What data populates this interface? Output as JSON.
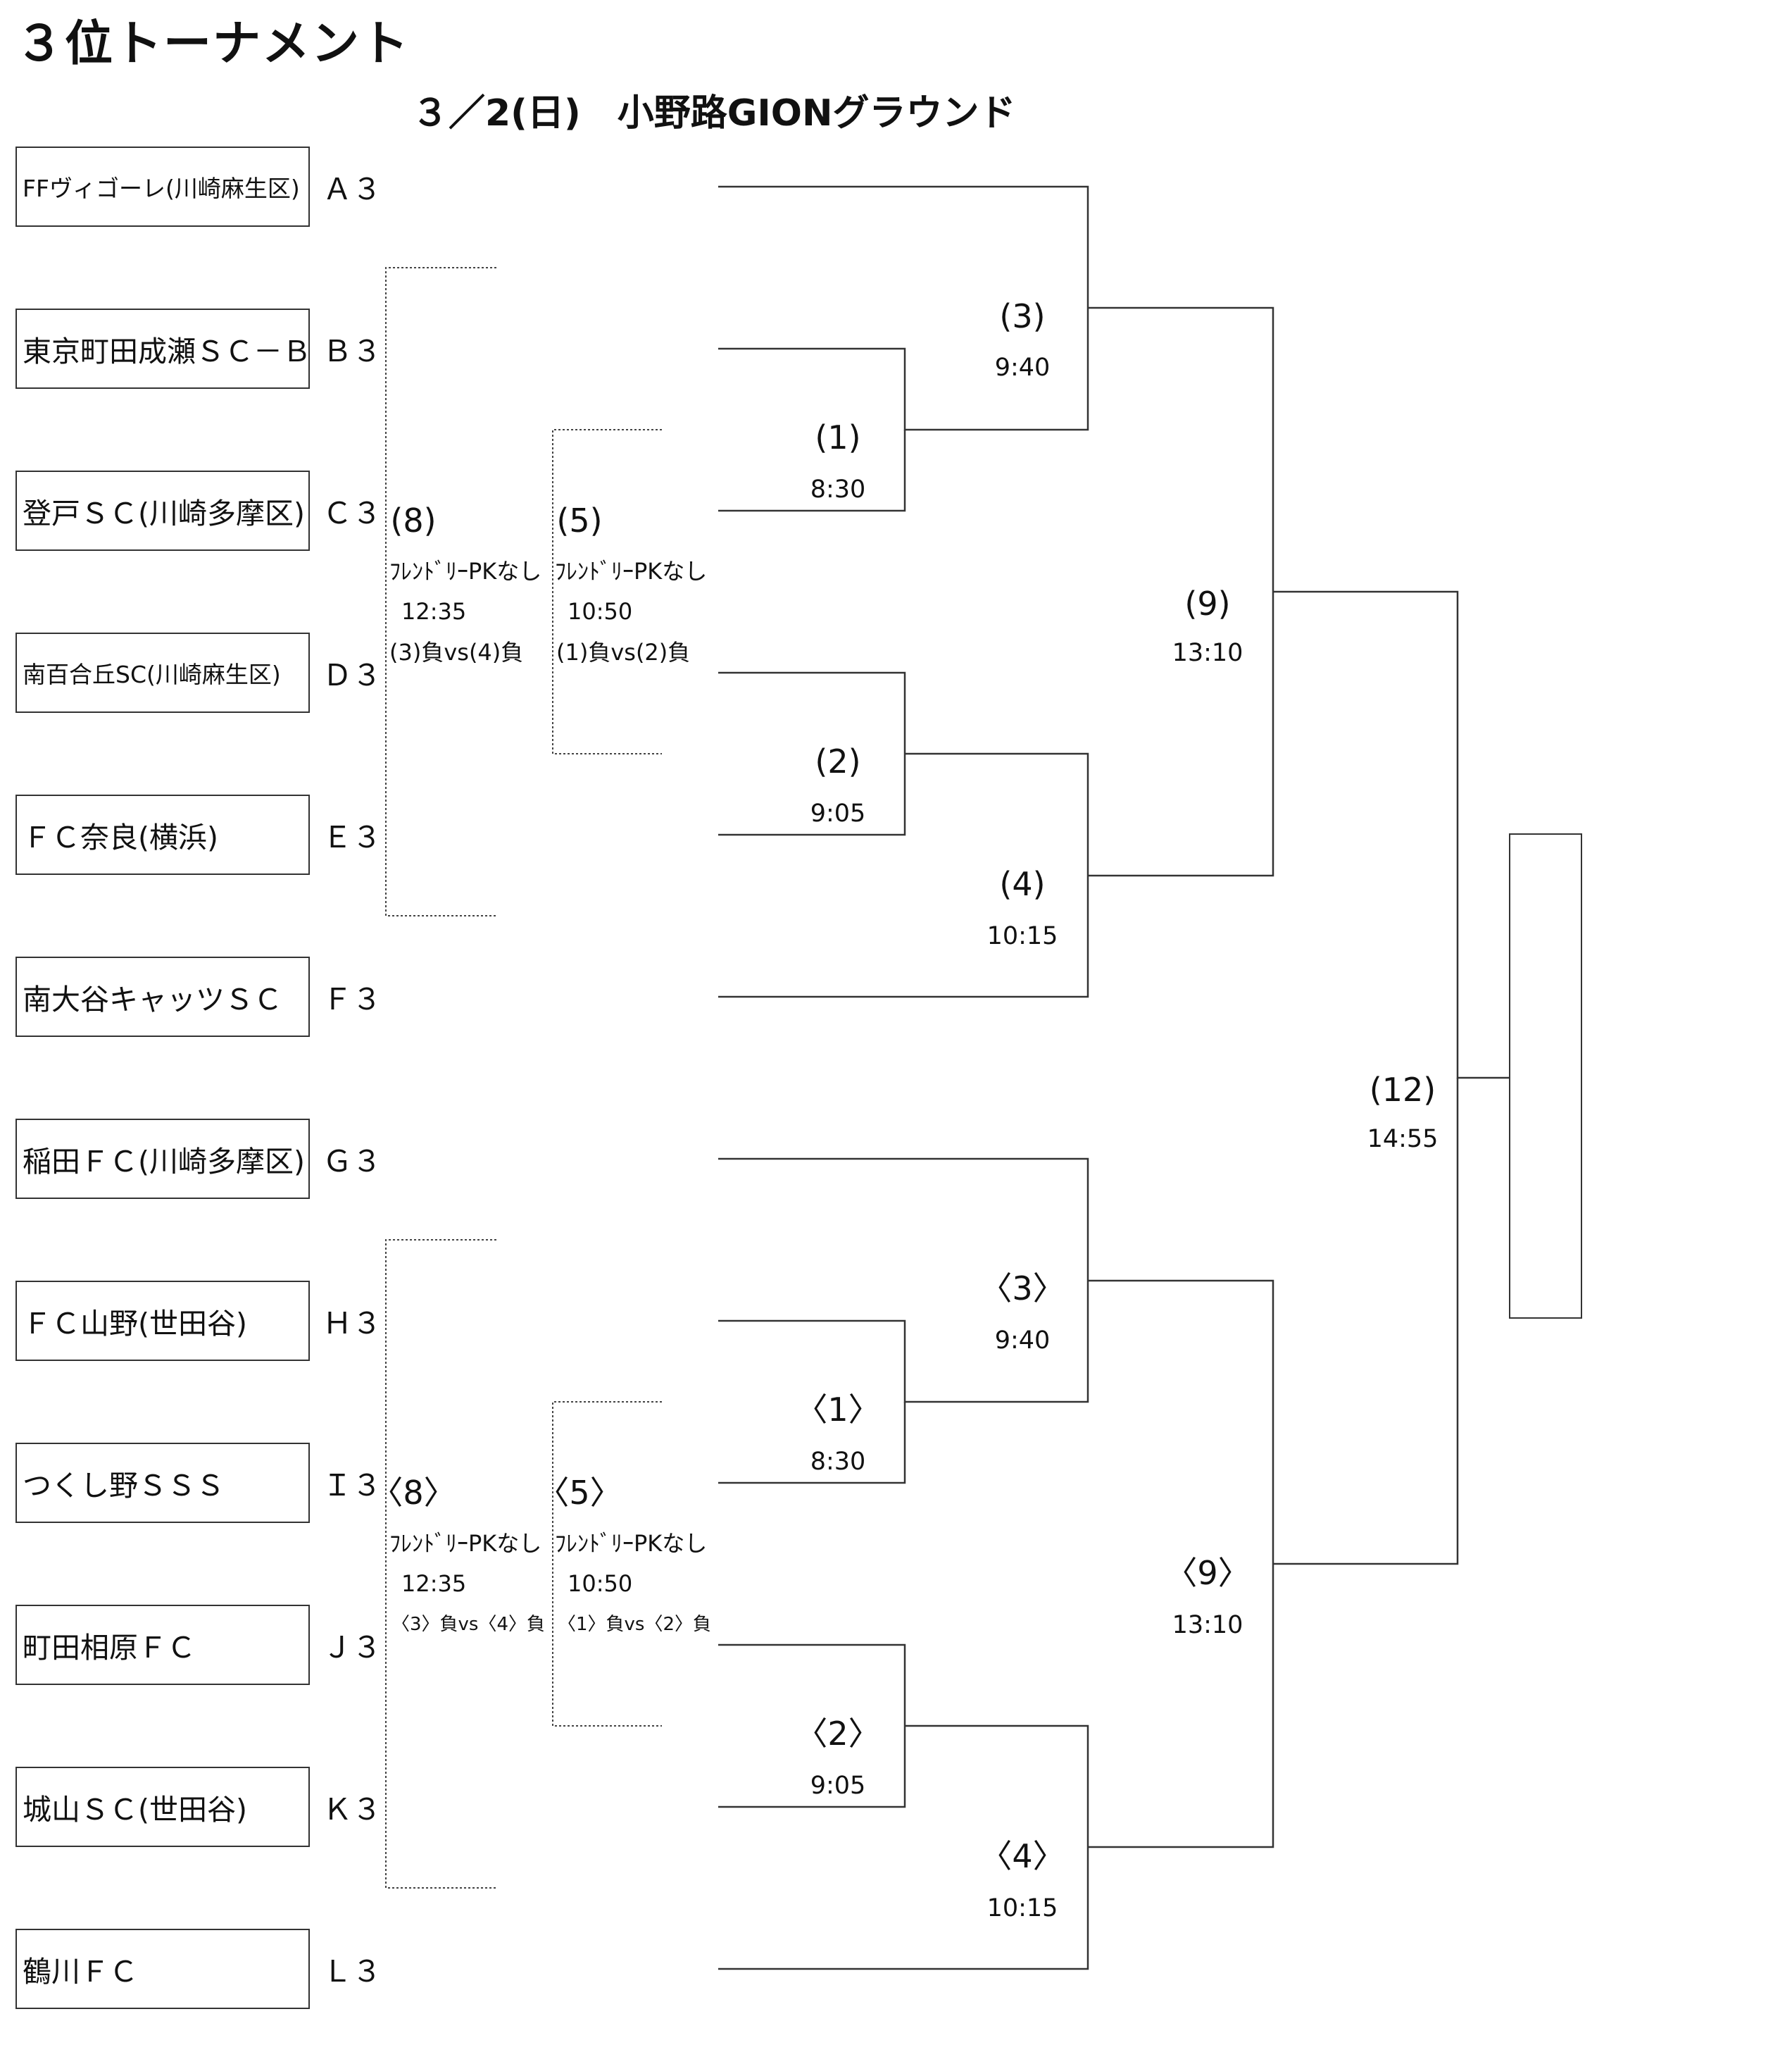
{
  "page": {
    "title": "３位トーナメント",
    "subtitle": "３／2(日)　小野路GIONグラウンド"
  },
  "teams": [
    {
      "name": "FFヴィゴーレ(川崎麻生区)",
      "seed": "Ａ３"
    },
    {
      "name": "東京町田成瀬ＳＣ－Ｂ",
      "seed": "Ｂ３"
    },
    {
      "name": "登戸ＳＣ(川崎多摩区)",
      "seed": "Ｃ３"
    },
    {
      "name": "南百合丘SC(川崎麻生区)",
      "seed": "Ｄ３"
    },
    {
      "name": "ＦＣ奈良(横浜)",
      "seed": "Ｅ３"
    },
    {
      "name": "南大谷キャッツＳＣ",
      "seed": "Ｆ３"
    },
    {
      "name": "稲田ＦＣ(川崎多摩区)",
      "seed": "Ｇ３"
    },
    {
      "name": "ＦＣ山野(世田谷)",
      "seed": "Ｈ３"
    },
    {
      "name": "つくし野ＳＳＳ",
      "seed": "Ｉ３"
    },
    {
      "name": "町田相原ＦＣ",
      "seed": "Ｊ３"
    },
    {
      "name": "城山ＳＣ(世田谷)",
      "seed": "Ｋ３"
    },
    {
      "name": "鶴川ＦＣ",
      "seed": "Ｌ３"
    }
  ],
  "matches": {
    "top": [
      {
        "num": "(3)",
        "time": "9:40"
      },
      {
        "num": "(1)",
        "time": "8:30"
      },
      {
        "num": "(2)",
        "time": "9:05"
      },
      {
        "num": "(4)",
        "time": "10:15"
      },
      {
        "num": "(9)",
        "time": "13:10"
      }
    ],
    "bottom": [
      {
        "num": "〈3〉",
        "time": "9:40"
      },
      {
        "num": "〈1〉",
        "time": "8:30"
      },
      {
        "num": "〈2〉",
        "time": "9:05"
      },
      {
        "num": "〈4〉",
        "time": "10:15"
      },
      {
        "num": "〈9〉",
        "time": "13:10"
      }
    ],
    "final": {
      "num": "(12)",
      "time": "14:55"
    }
  },
  "consolation": {
    "top": [
      {
        "num": "(8)",
        "note": "ﾌﾚﾝﾄﾞﾘｰPKなし",
        "time": "12:35",
        "pair": "(3)負vs(4)負"
      },
      {
        "num": "(5)",
        "note": "ﾌﾚﾝﾄﾞﾘｰPKなし",
        "time": "10:50",
        "pair": "(1)負vs(2)負"
      }
    ],
    "bottom": [
      {
        "num": "〈8〉",
        "note": "ﾌﾚﾝﾄﾞﾘｰPKなし",
        "time": "12:35",
        "pair": "〈3〉負vs〈4〉負"
      },
      {
        "num": "〈5〉",
        "note": "ﾌﾚﾝﾄﾞﾘｰPKなし",
        "time": "10:50",
        "pair": "〈1〉負vs〈2〉負"
      }
    ]
  }
}
